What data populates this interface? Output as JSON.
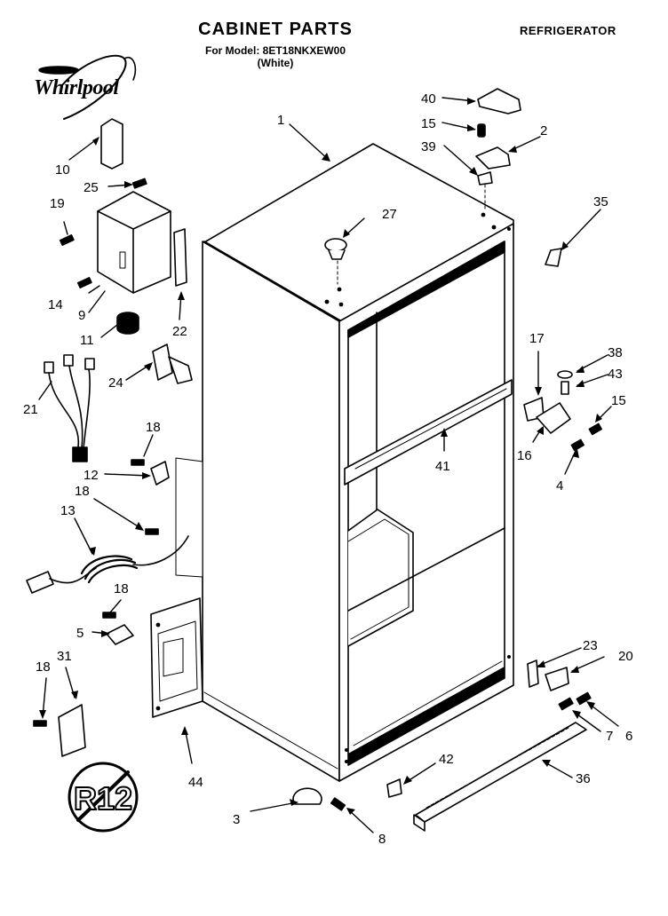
{
  "header": {
    "title": "CABINET PARTS",
    "model": "For Model: 8ET18NKXEW00",
    "color": "(White)",
    "category": "REFRIGERATOR",
    "brand": "Whirlpool"
  },
  "badge": {
    "text": "R12"
  },
  "callouts": {
    "n1": "1",
    "n2": "2",
    "n3": "3",
    "n4": "4",
    "n5": "5",
    "n6": "6",
    "n7": "7",
    "n8": "8",
    "n9": "9",
    "n10": "10",
    "n11": "11",
    "n12": "12",
    "n13": "13",
    "n14": "14",
    "n15a": "15",
    "n15b": "15",
    "n16": "16",
    "n17": "17",
    "n18a": "18",
    "n18b": "18",
    "n18c": "18",
    "n18d": "18",
    "n19": "19",
    "n20": "20",
    "n21": "21",
    "n22": "22",
    "n23": "23",
    "n24": "24",
    "n25": "25",
    "n27": "27",
    "n31": "31",
    "n35": "35",
    "n36": "36",
    "n38": "38",
    "n39": "39",
    "n40": "40",
    "n41": "41",
    "n42": "42",
    "n43": "43",
    "n44": "44"
  }
}
